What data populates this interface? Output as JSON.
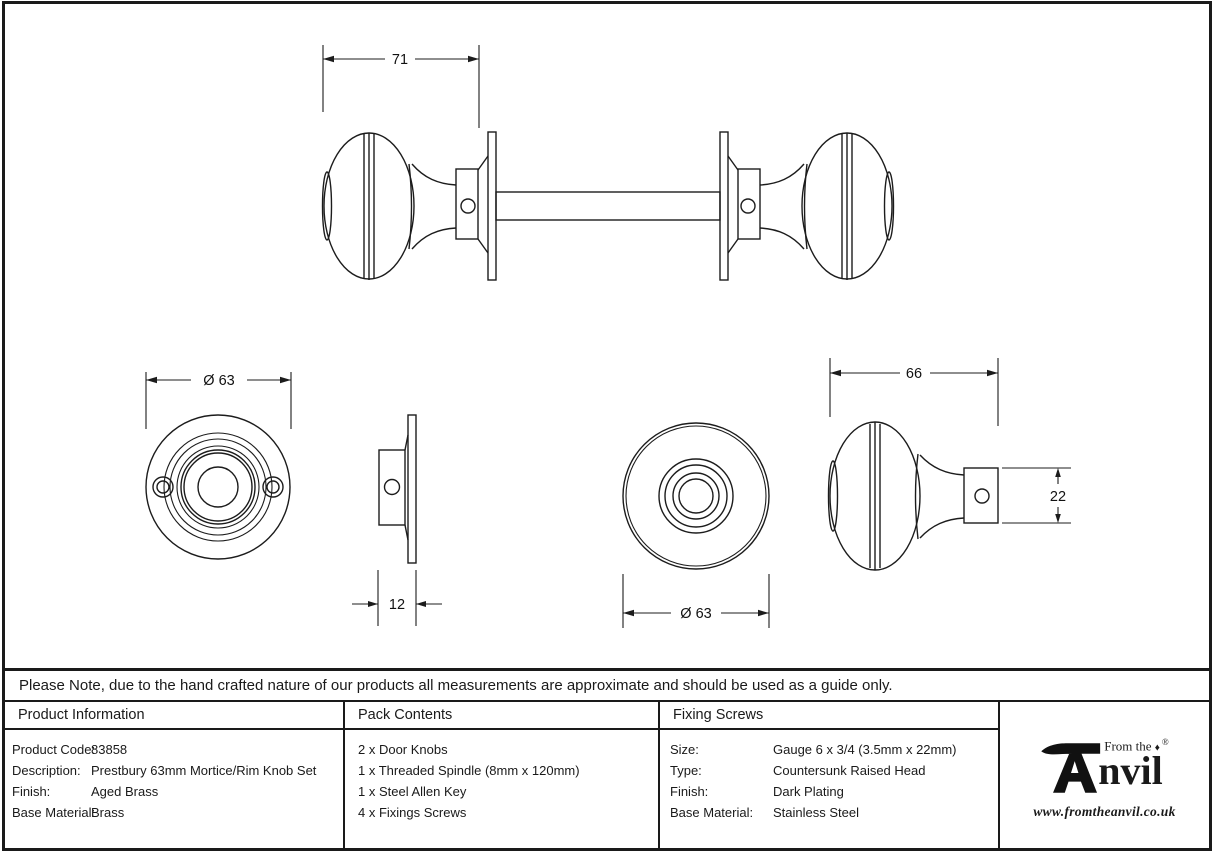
{
  "note": "Please Note, due to the hand crafted nature of our products all measurements are approximate and should be used as a guide only.",
  "drawing": {
    "dimensions": {
      "assembly_projection": "71",
      "rose_diameter": "Ø 63",
      "rose_depth": "12",
      "knob_diameter": "Ø 63",
      "knob_length": "66",
      "shank_height": "22"
    }
  },
  "table": {
    "product_information": {
      "header": "Product Information",
      "rows": [
        {
          "label": "Product Code:",
          "value": "83858"
        },
        {
          "label": "Description:",
          "value": "Prestbury 63mm Mortice/Rim Knob Set"
        },
        {
          "label": "Finish:",
          "value": "Aged Brass"
        },
        {
          "label": "Base Material:",
          "value": "Brass"
        }
      ]
    },
    "pack_contents": {
      "header": "Pack Contents",
      "items": [
        "2 x Door Knobs",
        "1 x Threaded Spindle (8mm x 120mm)",
        "1 x Steel Allen Key",
        "4 x Fixings Screws"
      ]
    },
    "fixing_screws": {
      "header": "Fixing Screws",
      "rows": [
        {
          "label": "Size:",
          "value": "Gauge 6 x 3/4 (3.5mm x 22mm)"
        },
        {
          "label": "Type:",
          "value": "Countersunk Raised Head"
        },
        {
          "label": "Finish:",
          "value": "Dark Plating"
        },
        {
          "label": "Base Material:",
          "value": "Stainless Steel"
        }
      ]
    }
  },
  "logo": {
    "prefix": "From the",
    "diamond": "♦",
    "registered": "®",
    "brand": "Anvil",
    "brand_display": "nvil",
    "url": "www.fromtheanvil.co.uk"
  }
}
